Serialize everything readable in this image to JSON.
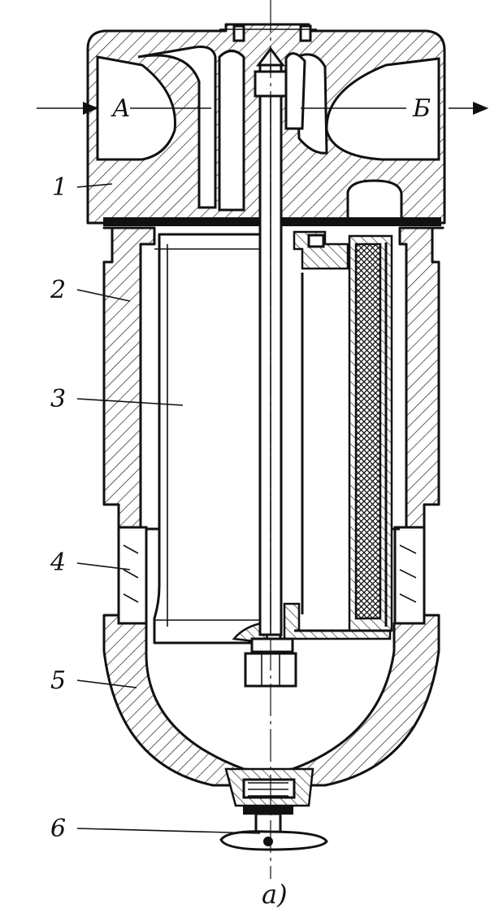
{
  "figure": {
    "caption": "а)",
    "flow_in_label": "А",
    "flow_out_label": "Б"
  },
  "callouts": [
    {
      "id": "1",
      "text": "1"
    },
    {
      "id": "2",
      "text": "2"
    },
    {
      "id": "3",
      "text": "3"
    },
    {
      "id": "4",
      "text": "4"
    },
    {
      "id": "5",
      "text": "5"
    },
    {
      "id": "6",
      "text": "6"
    }
  ]
}
